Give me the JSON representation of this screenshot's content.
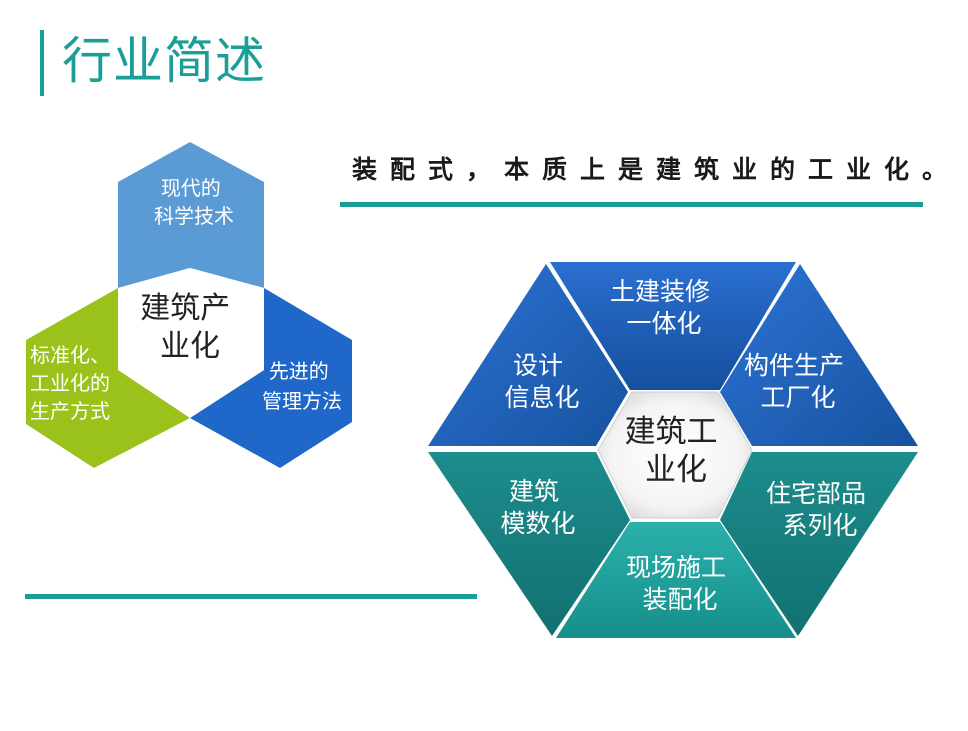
{
  "page_title": "行业简述",
  "tagline": "装配式，本质上是建筑业的工业化。",
  "left_diagram": {
    "center": [
      "建筑产",
      "业化"
    ],
    "segments": [
      {
        "lines": [
          "现代的",
          "科学技术"
        ],
        "color": "#5b9bd5"
      },
      {
        "lines": [
          "先进的",
          "管理方法"
        ],
        "color": "#1f67c9"
      },
      {
        "lines": [
          "标准化、",
          "工业化的",
          "生产方式"
        ],
        "color": "#9ac21a"
      }
    ]
  },
  "right_diagram": {
    "center": [
      "建筑工",
      "业化"
    ],
    "segments": [
      {
        "lines": [
          "土建装修",
          "一体化"
        ],
        "color": "#1f5fbf"
      },
      {
        "lines": [
          "构件生产",
          "工厂化"
        ],
        "color": "#1f5fbf"
      },
      {
        "lines": [
          "住宅部品",
          "系列化"
        ],
        "color": "#1a8f8f"
      },
      {
        "lines": [
          "现场施工",
          "装配化"
        ],
        "color": "#1a9e98"
      },
      {
        "lines": [
          "建筑",
          "模数化"
        ],
        "color": "#1a8f8f"
      },
      {
        "lines": [
          "设计",
          "信息化"
        ],
        "color": "#1f5fbf"
      }
    ]
  }
}
